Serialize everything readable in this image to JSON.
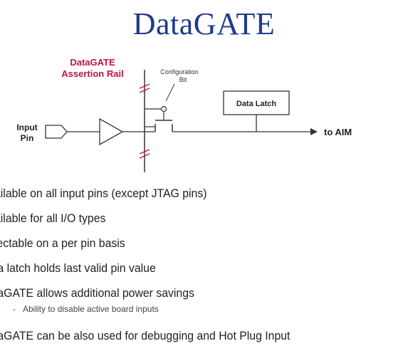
{
  "slide": {
    "title": "DataGATE"
  },
  "diagram": {
    "rail_label_line1": "DataGATE",
    "rail_label_line2": "Assertion Rail",
    "config_label_line1": "Configuration",
    "config_label_line2": "Bit",
    "latch_label": "Data Latch",
    "input_label_line1": "Input",
    "input_label_line2": "Pin",
    "output_label": "to AIM",
    "colors": {
      "rail_label": "#c0143c",
      "wire": "#333333"
    }
  },
  "bullets": [
    "ailable on all input pins (except JTAG pins)",
    "ailable for all I/O types",
    "lectable on a per pin basis",
    "ta latch holds last valid pin value",
    "taGATE allows additional power savings",
    "taGATE can be also used for debugging and Hot Plug Input"
  ],
  "sub_bullet": {
    "dash": "-",
    "text": "Ability to disable active board inputs"
  }
}
